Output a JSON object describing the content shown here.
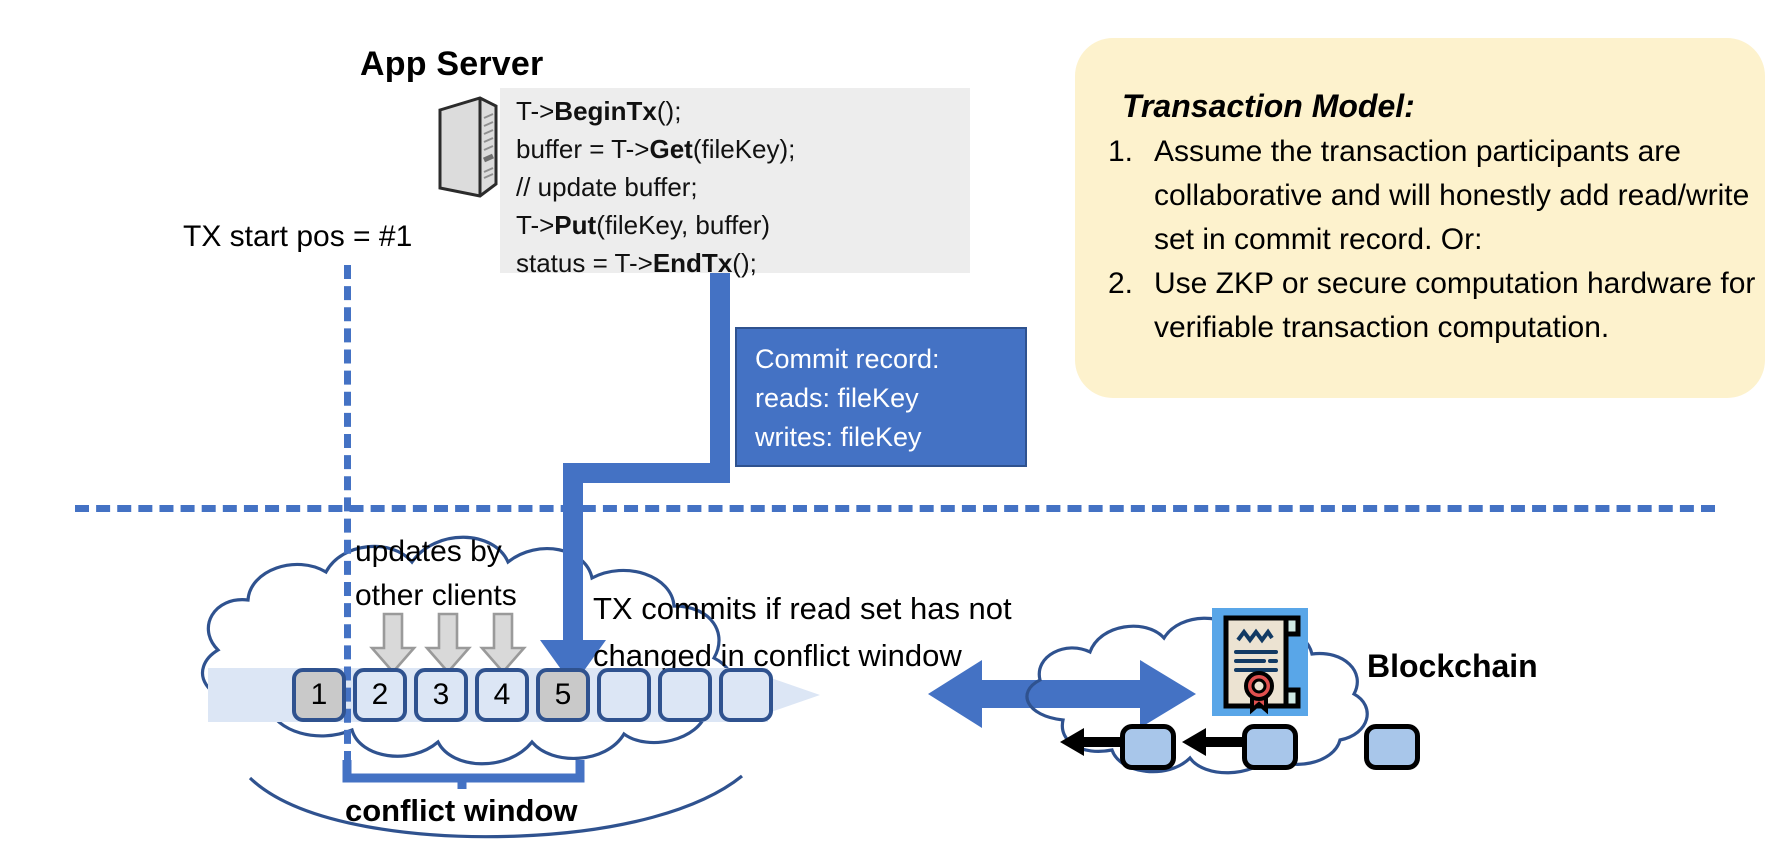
{
  "app_server": {
    "title": "App Server",
    "icon": "server-icon",
    "code_lines": [
      {
        "pre": "T->",
        "bold": "BeginTx",
        "post": "();"
      },
      {
        "pre": "buffer = T->",
        "bold": "Get",
        "post": "(fileKey);"
      },
      {
        "pre": "// update buffer;",
        "bold": "",
        "post": ""
      },
      {
        "pre": "T->",
        "bold": "Put",
        "post": "(fileKey, buffer)"
      },
      {
        "pre": "status = T->",
        "bold": "EndTx",
        "post": "();"
      }
    ]
  },
  "tx_start": {
    "label": "TX start pos = #1"
  },
  "commit_record": {
    "title": "Commit record:",
    "reads": "reads: fileKey",
    "writes": "writes: fileKey"
  },
  "transaction_model": {
    "title": "Transaction Model:",
    "items": [
      {
        "num": "1.",
        "text": "Assume the transaction participants are collaborative and will honestly add read/write set in commit record.  Or:"
      },
      {
        "num": "2.",
        "text": "Use ZKP or secure computation hardware for verifiable transaction computation."
      }
    ]
  },
  "ledger": {
    "updates_label_line1": "updates by",
    "updates_label_line2": "other clients",
    "tx_commits_line1": "TX commits if read set has not",
    "tx_commits_line2": "changed in conflict window",
    "conflict_window_label": "conflict window",
    "cells": [
      {
        "label": "1",
        "shade": "grey"
      },
      {
        "label": "2",
        "shade": "blue"
      },
      {
        "label": "3",
        "shade": "blue"
      },
      {
        "label": "4",
        "shade": "blue"
      },
      {
        "label": "5",
        "shade": "grey"
      },
      {
        "label": "",
        "shade": "blue"
      },
      {
        "label": "",
        "shade": "blue"
      },
      {
        "label": "",
        "shade": "blue"
      }
    ]
  },
  "blockchain": {
    "label": "Blockchain",
    "icon": "certificate-icon",
    "blocks": [
      "",
      "",
      ""
    ]
  },
  "colors": {
    "accent_blue": "#4472c4",
    "dark_blue": "#2f528f",
    "cell_blue": "#dce6f5",
    "cell_grey": "#c9c9c9",
    "callout_yellow": "#fdf2cd",
    "code_grey": "#ededed",
    "cert_blue": "#59a6e8"
  }
}
